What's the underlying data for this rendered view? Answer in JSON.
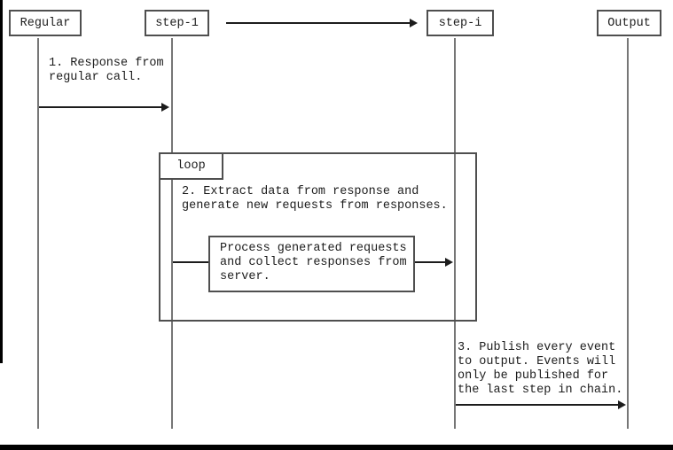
{
  "participants": [
    {
      "label": "Regular"
    },
    {
      "label": "step-1"
    },
    {
      "label": "step-i"
    },
    {
      "label": "Output"
    }
  ],
  "fragment": {
    "label": "loop"
  },
  "messages": {
    "msg1": "1. Response from\nregular call.",
    "msg2": "2. Extract data from response and\ngenerate new requests from responses.",
    "process": "Process generated requests\nand collect responses from\nserver.",
    "msg3": "3. Publish every event\nto output. Events will\nonly be published for\nthe last step in chain."
  },
  "colors": {
    "line": "#4f4f4f",
    "arrow": "#1c1c1c",
    "lifeline": "#767676",
    "background": "#ffffff",
    "edge": "#000000"
  }
}
